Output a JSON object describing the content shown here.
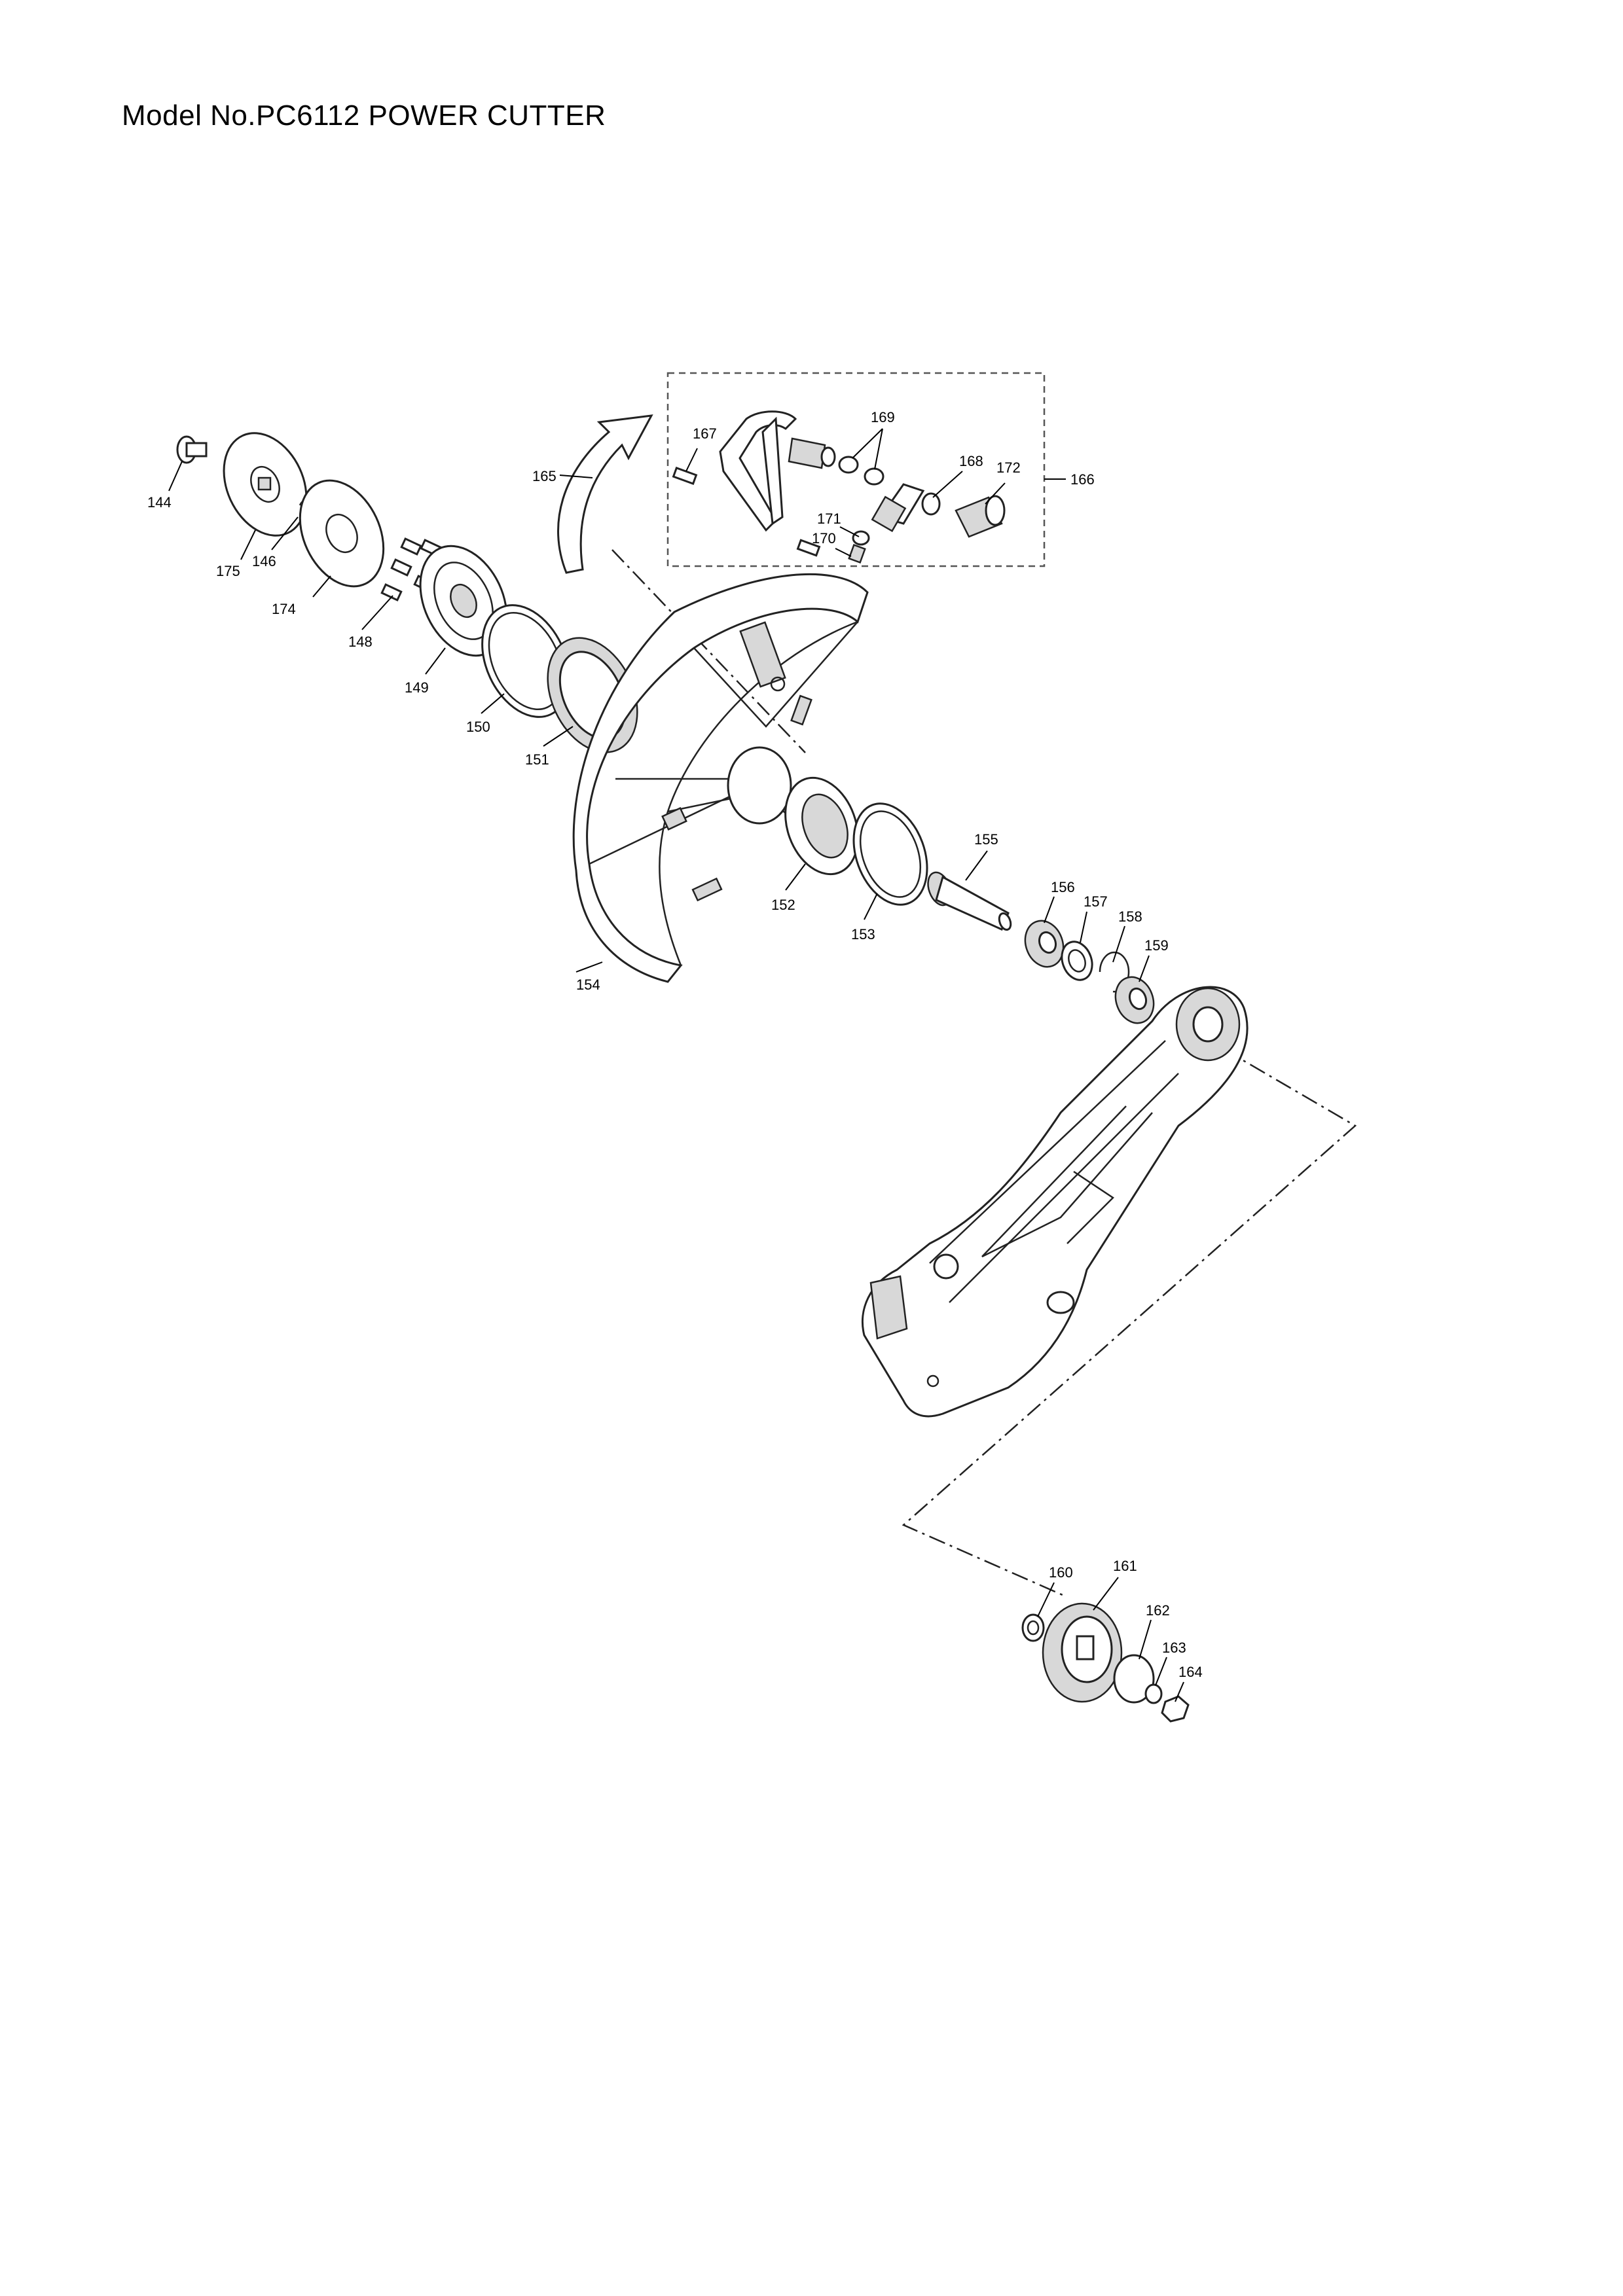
{
  "title": "Model No.PC6112 POWER CUTTER",
  "callouts": {
    "p144": "144",
    "p146": "146",
    "p148": "148",
    "p149": "149",
    "p150": "150",
    "p151": "151",
    "p152": "152",
    "p153": "153",
    "p154": "154",
    "p155": "155",
    "p156": "156",
    "p157": "157",
    "p158": "158",
    "p159": "159",
    "p160": "160",
    "p161": "161",
    "p162": "162",
    "p163": "163",
    "p164": "164",
    "p165": "165",
    "p166": "166",
    "p167": "167",
    "p168": "168",
    "p169": "169",
    "p170": "170",
    "p171": "171",
    "p172": "172",
    "p174": "174",
    "p175": "175"
  }
}
